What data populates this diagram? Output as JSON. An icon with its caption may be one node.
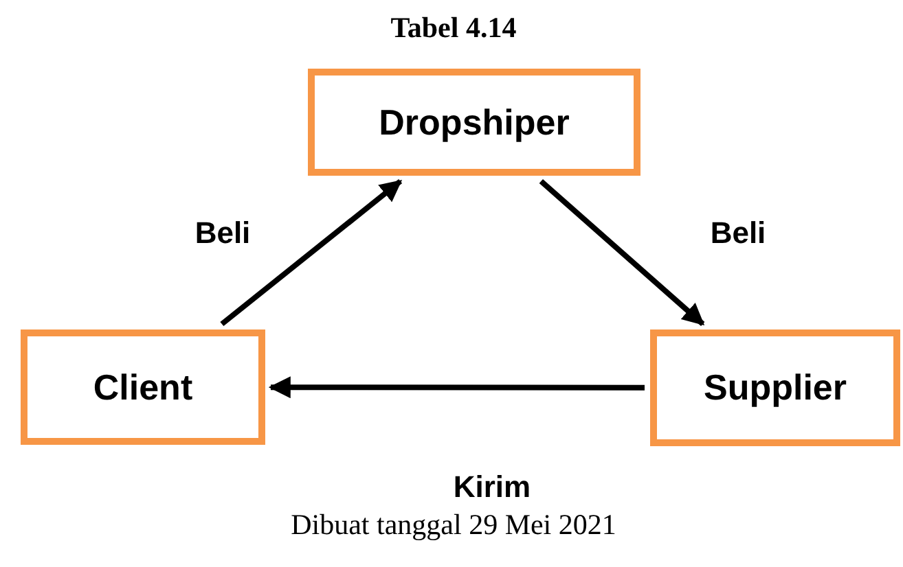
{
  "diagram": {
    "title": "Tabel 4.14",
    "caption": "Dibuat tanggal 29 Mei 2021",
    "nodes": [
      {
        "text": [
          "Dropshiper"
        ]
      },
      {
        "text": [
          "Client"
        ]
      },
      {
        "text": [
          "Supplier"
        ]
      }
    ],
    "edges": [
      {
        "from": 1,
        "to": 0,
        "arrow": "to",
        "label": "Beli"
      },
      {
        "from": 0,
        "to": 2,
        "arrow": "to",
        "label": "Beli"
      },
      {
        "from": 2,
        "to": 1,
        "arrow": "to",
        "label": "Kirim"
      }
    ]
  }
}
